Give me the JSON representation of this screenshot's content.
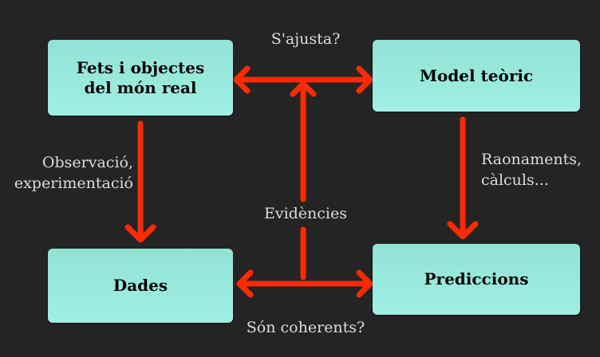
{
  "boxes": {
    "real_world": "Fets i objectes\ndel món real",
    "model": "Model teòric",
    "data": "Dades",
    "predictions": "Prediccions"
  },
  "labels": {
    "fits": "S'ajusta?",
    "observation": "Observació,\nexperimentació",
    "reasoning": "Raonaments,\ncàlculs...",
    "evidence": "Evidències",
    "coherent": "Són coherents?"
  },
  "colors": {
    "arrow": "#ff2a00",
    "box": "#9aeadd",
    "background": "#242424"
  }
}
